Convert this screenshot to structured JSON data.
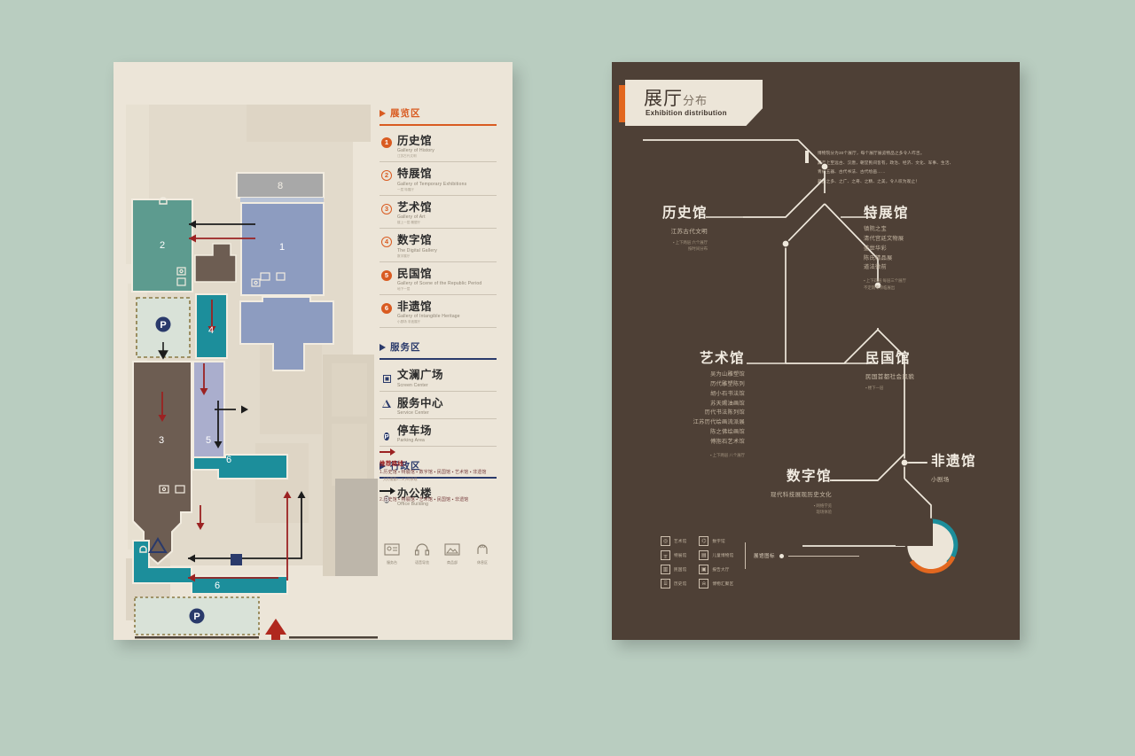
{
  "palette": {
    "background": "#b9cdc0",
    "paper": "#ece5d8",
    "brown": "#4e4036",
    "orange": "#d95b21",
    "navy": "#2a3a6b",
    "teal": "#1c8e9b",
    "teal_green": "#5d9b8f",
    "blue_grey": "#8d9cc0",
    "lavender": "#aaaecd",
    "grey": "#a8a8a8",
    "red_route": "#9b2222"
  },
  "left_poster": {
    "map": {
      "numbered_blocks": [
        {
          "label": "8",
          "color": "#a8a8a8"
        },
        {
          "label": "1",
          "color": "#8d9cc0"
        },
        {
          "label": "2",
          "color": "#5d9b8f"
        },
        {
          "label": "4",
          "color": "#1c8e9b"
        },
        {
          "label": "3",
          "color": "#6d5d52"
        },
        {
          "label": "5",
          "color": "#aaaecd"
        },
        {
          "label": "6",
          "color": "#1c8e9b"
        },
        {
          "label": "6",
          "color": "#1c8e9b"
        }
      ],
      "parking_marks": [
        "P",
        "P"
      ],
      "service_mark": "triangle",
      "plaza_mark": "square"
    },
    "sections": [
      {
        "title": "展览区",
        "accent": "#d95b21",
        "items": [
          {
            "num": "1",
            "cn": "历史馆",
            "en": "Gallery of History",
            "sub": "江苏古代文明"
          },
          {
            "num": "2",
            "cn": "特展馆",
            "en": "Gallery of Temporary Exhibitions",
            "sub": "一层 特展厅"
          },
          {
            "num": "3",
            "cn": "艺术馆",
            "en": "Gallery of Art",
            "sub": "楼上一层 雕塑厅"
          },
          {
            "num": "4",
            "cn": "数字馆",
            "en": "The Digital Gallery",
            "sub": "数字展厅"
          },
          {
            "num": "5",
            "cn": "民国馆",
            "en": "Gallery of Scene of the Republic Period",
            "sub": "地下一层"
          },
          {
            "num": "6",
            "cn": "非遗馆",
            "en": "Gallery of Intangible Heritage",
            "sub": "小剧场 非遗展厅"
          }
        ]
      },
      {
        "title": "服务区",
        "accent": "#2a3a6b",
        "items": [
          {
            "icon": "square-icon",
            "cn": "文澜广场",
            "en": "Screen Center"
          },
          {
            "icon": "triangle-icon",
            "cn": "服务中心",
            "en": "Service Center"
          },
          {
            "icon": "parking-pin-icon",
            "cn": "停车场",
            "en": "Parking Area"
          }
        ]
      },
      {
        "title": "行政区",
        "accent": "#2a3a6b",
        "items": [
          {
            "icon": "grey-pin-icon",
            "cn": "办公楼",
            "en": "Office Building"
          }
        ]
      }
    ],
    "routes": {
      "title": "推荐路线：",
      "route_a": "1.历史馆 ▪ 特展馆 ▪ 数字馆 ▪ 民国馆 ▪ 艺术馆 ▪ 非遗馆",
      "route_a_note": "大约需要2—3小时参观",
      "route_b": "2.历史馆 ▪ 特展馆 ▪ 艺术馆 ▪ 民国馆 ▪ 非遗馆"
    },
    "facilities": [
      {
        "icon": "info-desk-icon",
        "label": "服务台"
      },
      {
        "icon": "audio-guide-icon",
        "label": "语音导览"
      },
      {
        "icon": "gift-shop-icon",
        "label": "商品部"
      },
      {
        "icon": "restroom-icon",
        "label": "休息区"
      }
    ]
  },
  "right_poster": {
    "title_cn_main": "展厅",
    "title_cn_sub": "分布",
    "title_en": "Exhibition distribution",
    "intro": [
      "博物院分为30个展厅，每个展厅展览物品之多令人咋舌。",
      "藏品上至远古、汉唐，朝堂民间皆有，政治、经济、文化、军事、生活、",
      "青铜玉器、古代书法、古代绘画……",
      "藏品之多、之广、之奇、之精、之美，令人叹为观止！"
    ],
    "halls": [
      {
        "name": "历史馆",
        "subtitle": "江苏古代文明",
        "items": [],
        "note": "▪ 上下两层  六个展厅\n按时间分布"
      },
      {
        "name": "特展馆",
        "subtitle": "",
        "items": [
          "镇院之宝",
          "清代宫廷文物展",
          "盛世华彩",
          "陈氏精品展",
          "道法微前"
        ],
        "note": "▪ 上下四层  每层三个展厅\n不定期专项临展出"
      },
      {
        "name": "艺术馆",
        "subtitle": "",
        "items": [
          "吴为山雕塑馆",
          "历代雕塑陈列",
          "胡小石书法馆",
          "苏天赐油画馆",
          "历代书法陈列馆",
          "江苏历代绘画流派展",
          "陈之佛绘画馆",
          "傅抱石艺术馆"
        ],
        "note": "▪ 上下两层  八个展厅"
      },
      {
        "name": "民国馆",
        "subtitle": "民国首都社会风貌",
        "items": [],
        "note": "▪ 楼下一层"
      },
      {
        "name": "数字馆",
        "subtitle": "现代科技展现历史文化",
        "items": [],
        "note": "▪ 网络学览\n现场体验"
      },
      {
        "name": "非遗馆",
        "subtitle": "小剧场",
        "items": [],
        "note": ""
      }
    ],
    "legend_label": "展馆图标",
    "legend_items": [
      {
        "icon": "art-gallery-icon",
        "label": "艺术馆"
      },
      {
        "icon": "digital-gallery-icon",
        "label": "数字馆"
      },
      {
        "icon": "special-exhibit-icon",
        "label": "特展馆"
      },
      {
        "icon": "children-museum-icon",
        "label": "儿童博物馆"
      },
      {
        "icon": "republic-gallery-icon",
        "label": "民国馆"
      },
      {
        "icon": "lecture-hall-icon",
        "label": "报告大厅"
      },
      {
        "icon": "history-gallery-icon",
        "label": "历史馆"
      },
      {
        "icon": "heritage-gallery-icon",
        "label": "博物汇聚区"
      }
    ]
  }
}
